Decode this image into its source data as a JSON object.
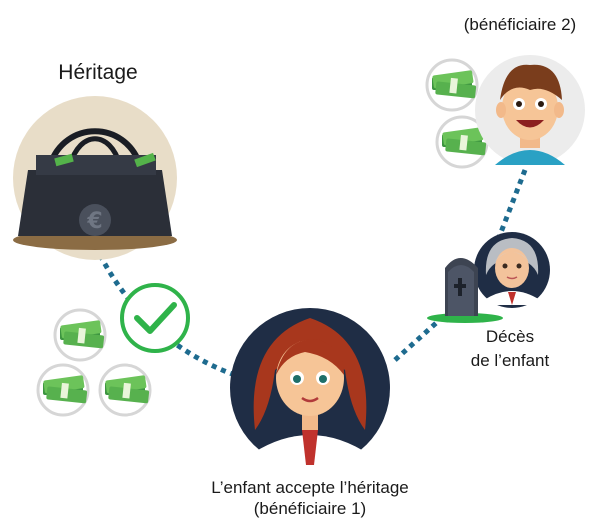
{
  "labels": {
    "inheritance": "Héritage",
    "beneficiary2": "(bénéficiaire 2)",
    "death_line1": "Décès",
    "death_line2": "de l’enfant",
    "accept_line1": "L’enfant accepte l’héritage",
    "accept_line2": "(bénéficiaire 1)"
  },
  "icons": {
    "bag": "money-bag-icon",
    "currency": "euro-icon",
    "check": "checkmark-icon",
    "money": "cash-bundle-icon",
    "grave": "tombstone-icon"
  },
  "colors": {
    "dotted_link": "#1e6b8f",
    "check_green": "#2fb34a",
    "circle_bg": "#dcdcdc",
    "bag_circle": "#e8ddc8",
    "cash_green": "#49a84a",
    "bag_dark": "#2b2f38",
    "daughter_circle": "#1f2d45",
    "boy_circle": "#e9e9e9",
    "elder_circle": "#1f2d45"
  }
}
